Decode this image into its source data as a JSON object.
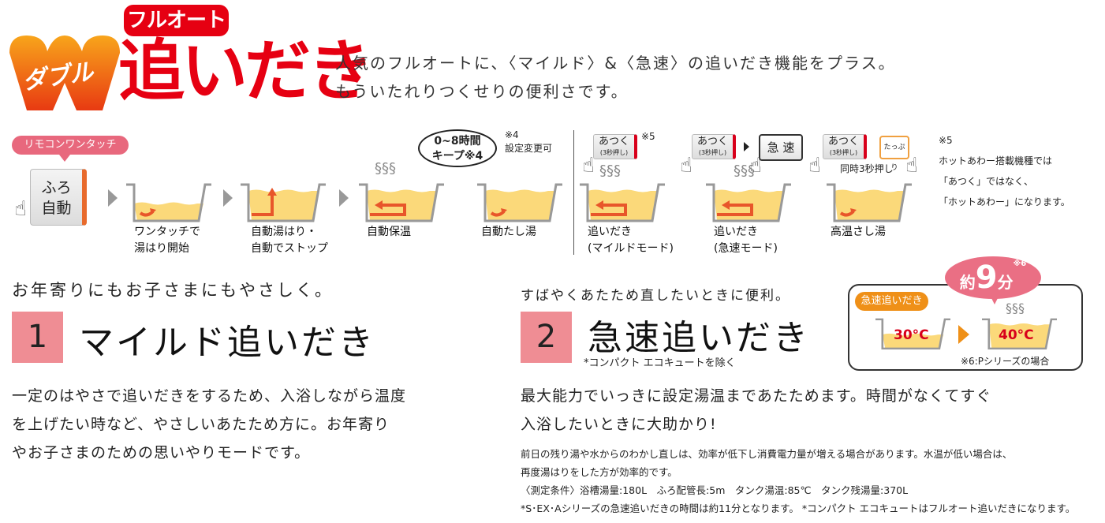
{
  "logo": {
    "badge": "フルオート",
    "sub": "ダブル",
    "main": "追いだき",
    "gradient_top": "#f8a51b",
    "gradient_bottom": "#e83a12",
    "red": "#e60012"
  },
  "intro": [
    "人気のフルオートに、〈マイルド〉&〈急速〉の追いだき機能をプラス。",
    "もういたれりつくせりの便利さです。"
  ],
  "flow": {
    "remote_label": "リモコンワンタッチ",
    "furo_button": [
      "ふろ",
      "自動"
    ],
    "steps": [
      {
        "label": [
          "ワンタッチで",
          "湯はり開始"
        ]
      },
      {
        "label": [
          "自動湯はり・",
          "自動でストップ"
        ]
      },
      {
        "label": [
          "自動保温"
        ]
      },
      {
        "label": [
          "自動たし湯"
        ]
      },
      {
        "label": [
          "追いだき",
          "(マイルドモード)"
        ]
      },
      {
        "label": [
          "追いだき",
          "(急速モード)"
        ]
      },
      {
        "label": [
          "高温さし湯"
        ]
      }
    ],
    "keep_bubble": [
      "0~8時間",
      "キープ※4"
    ],
    "note4": [
      "※4",
      "設定変更可"
    ],
    "atsuku": "あつく",
    "atsuku_sub": "(3秒押し)",
    "note5_mark": "※5",
    "kyusoku_button": "急 速",
    "tappuri_button": "たっぷり",
    "simultaneous": "同時3秒押し",
    "note5": [
      "※5",
      "ホットあわー搭載機種では",
      "「あつく」ではなく、",
      "「ホットあわー」になります。"
    ]
  },
  "section1": {
    "subtitle": "お年寄りにもお子さまにもやさしく。",
    "number": "1",
    "title": "マイルド追いだき",
    "body": [
      "一定のはやさで追いだきをするため、入浴しながら温度",
      "を上げたい時など、やさしいあたため方に。お年寄り",
      "やお子さまのための思いやりモードです。"
    ]
  },
  "section2": {
    "subtitle": "すばやくあたため直したいときに便利。",
    "number": "2",
    "title": "急速追いだき",
    "title_note": "*コンパクト エコキュートを除く",
    "body": [
      "最大能力でいっきに設定湯温まであたためます。時間がなくてすぐ",
      "入浴したいときに大助かり!"
    ],
    "notes": [
      "前日の残り湯や水からのわかし直しは、効率が低下し消費電力量が増える場合があります。水温が低い場合は、",
      "再度湯はりをした方が効率的です。",
      "〈測定条件〉浴槽湯量:180L　ふろ配管長:5m　タンク湯温:85℃　タンク残湯量:370L",
      "*S･EX･Aシリーズの急速追いだきの時間は約11分となります。 *コンパクト エコキュートはフルオート追いだきになります。"
    ],
    "box": {
      "label": "急速追いだき",
      "from": "30°C",
      "to": "40°C",
      "time_prefix": "約",
      "time_value": "9",
      "time_unit": "分",
      "time_mark": "※6",
      "footnote": "※6:Pシリーズの場合"
    }
  },
  "colors": {
    "water": "#fbd97a",
    "arrow": "#e8562a",
    "pink": "#ef8d94",
    "orange": "#ef9018"
  }
}
